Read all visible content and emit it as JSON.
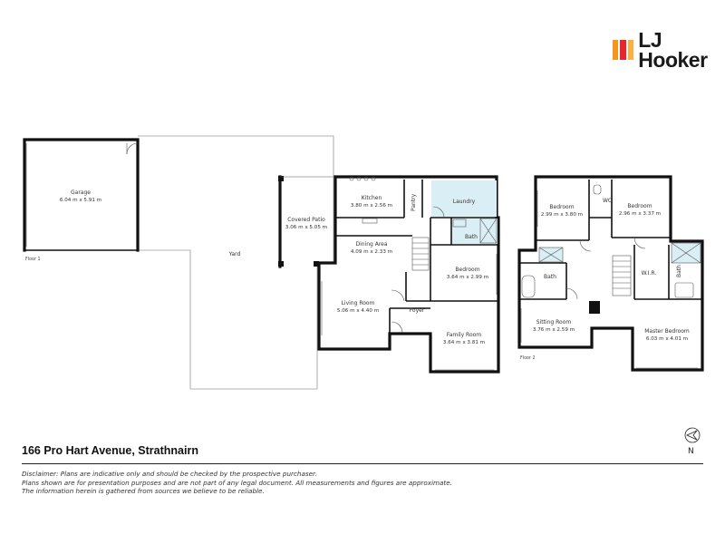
{
  "brand": {
    "name": "LJ Hooker",
    "colors": {
      "bar1": "#f7941d",
      "bar2": "#e8262d",
      "bar3": "#fbb040",
      "text": "#1a1a1a"
    }
  },
  "plan": {
    "floor1_label": "Floor 1",
    "floor2_label": "Floor 2",
    "yard_label": "Yard",
    "rooms": {
      "garage": {
        "name": "Garage",
        "dims": "6.04 m x 5.91 m"
      },
      "covered_patio": {
        "name": "Covered Patio",
        "dims": "3.06 m x 5.05 m"
      },
      "kitchen": {
        "name": "Kitchen",
        "dims": "3.80 m x 2.56 m"
      },
      "pantry": {
        "name": "Pantry"
      },
      "laundry": {
        "name": "Laundry"
      },
      "bath1": {
        "name": "Bath"
      },
      "dining": {
        "name": "Dining Area",
        "dims": "4.09 m x 2.33 m"
      },
      "bedroom1": {
        "name": "Bedroom",
        "dims": "3.64 m x 2.99 m"
      },
      "living": {
        "name": "Living Room",
        "dims": "5.06 m x 4.40 m"
      },
      "foyer": {
        "name": "Foyer"
      },
      "family": {
        "name": "Family Room",
        "dims": "3.64 m x 3.81 m"
      },
      "bedroom2": {
        "name": "Bedroom",
        "dims": "2.99 m x 3.80 m"
      },
      "wc": {
        "name": "WC"
      },
      "bedroom3": {
        "name": "Bedroom",
        "dims": "2.96 m x 3.37 m"
      },
      "bath2": {
        "name": "Bath"
      },
      "wir": {
        "name": "W.I.R."
      },
      "bath3": {
        "name": "Bath"
      },
      "sitting": {
        "name": "Sitting Room",
        "dims": "3.76 m x 2.59 m"
      },
      "master": {
        "name": "Master Bedroom",
        "dims": "6.03 m x 4.01 m"
      }
    },
    "colors": {
      "wet_area": "#daeef5",
      "wall": "#111111",
      "yard_line": "#9a9a9a"
    }
  },
  "address": "166 Pro Hart Avenue, Strathnairn",
  "disclaimer": {
    "label": "Disclaimer:",
    "line1": "Plans are indicative only and should be checked by the prospective purchaser.",
    "line2": "Plans shown are for presentation purposes and are not part of any legal document. All measurements and figures are approximate.",
    "line3": "The information herein is gathered from sources we believe to be reliable."
  },
  "compass": {
    "label": "N"
  }
}
